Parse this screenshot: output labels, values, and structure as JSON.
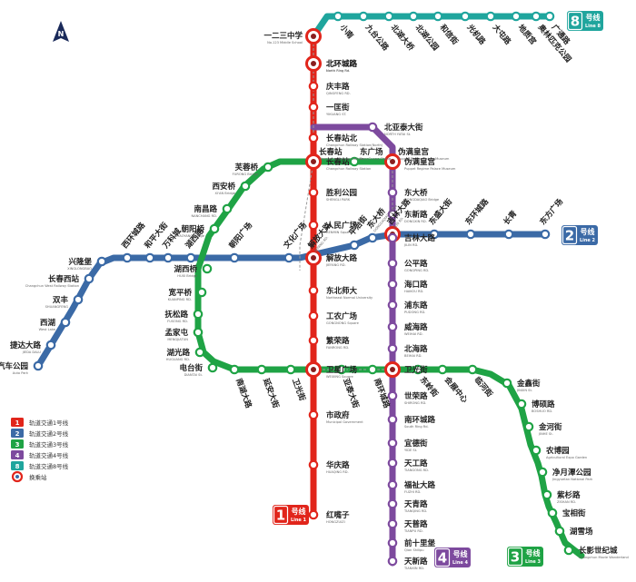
{
  "lines": {
    "1": {
      "color": "#e1251b",
      "badge": {
        "num": "1",
        "cn": "号线",
        "en": "Line 1"
      },
      "stations": [
        {
          "cn": "北环城路",
          "en": "North Ring Rd."
        },
        {
          "cn": "庆丰路",
          "en": "QINGFENG RD."
        },
        {
          "cn": "一匡街",
          "en": "YIKUANG ST."
        },
        {
          "cn": "长春站北",
          "en": "Changchun Railway Station(North)"
        },
        {
          "cn": "长春站",
          "en": "Changchun Railway Station"
        },
        {
          "cn": "胜利公园",
          "en": "SHENGLI PARK"
        },
        {
          "cn": "人民广场",
          "en": "RENMIN Square"
        },
        {
          "cn": "解放大路",
          "en": "JIEFANG RD."
        },
        {
          "cn": "东北师大",
          "en": "Northeast Normal University"
        },
        {
          "cn": "工农广场",
          "en": "GONGNONG Square"
        },
        {
          "cn": "繁荣路",
          "en": "FANRONG RD."
        },
        {
          "cn": "卫星广场",
          "en": "WEIXING Square"
        },
        {
          "cn": "市政府",
          "en": "Municipal Government"
        },
        {
          "cn": "华庆路",
          "en": "HUAQING RD."
        },
        {
          "cn": "红嘴子",
          "en": "HONGZUIZI"
        }
      ]
    },
    "2": {
      "color": "#3b6aa6",
      "badge": {
        "num": "2",
        "cn": "号线",
        "en": "Line 2"
      },
      "stations": [
        {
          "cn": "汽车公园",
          "en": "Auto Park"
        },
        {
          "cn": "捷达大路",
          "en": "JIEDA DALU"
        },
        {
          "cn": "西湖",
          "en": "West Lake"
        },
        {
          "cn": "双丰",
          "en": "SHUANGFENG"
        },
        {
          "cn": "长春西站",
          "en": "Changchun West Railway Station"
        },
        {
          "cn": "兴隆堡",
          "en": "XINGLONGBAO"
        },
        {
          "cn": "西环城路",
          "en": ""
        },
        {
          "cn": "和平大街",
          "en": ""
        },
        {
          "cn": "万科城",
          "en": ""
        },
        {
          "cn": "湖西路",
          "en": ""
        },
        {
          "cn": "朝阳广场",
          "en": ""
        },
        {
          "cn": "文化广场",
          "en": ""
        },
        {
          "cn": "解放大路",
          "en": "JIEFANG RD."
        },
        {
          "cn": "平治街",
          "en": ""
        },
        {
          "cn": "东大桥",
          "en": "DONGDAQIAO Bridge"
        },
        {
          "cn": "吉林大路",
          "en": "JILIN RD."
        },
        {
          "cn": "东盛大街",
          "en": ""
        },
        {
          "cn": "东环城路",
          "en": ""
        },
        {
          "cn": "长青",
          "en": ""
        },
        {
          "cn": "东方广场",
          "en": ""
        }
      ]
    },
    "3": {
      "color": "#1fa345",
      "badge": {
        "num": "3",
        "cn": "号线",
        "en": "Line 3"
      },
      "stations": [
        {
          "cn": "长影世纪城",
          "en": "Changchun Movie Wonderland"
        },
        {
          "cn": "湖雪场",
          "en": ""
        },
        {
          "cn": "宝相街",
          "en": ""
        },
        {
          "cn": "紫杉路",
          "en": "ZISHAN RD."
        },
        {
          "cn": "净月潭公园",
          "en": "Jingyuetan National Park"
        },
        {
          "cn": "农博园",
          "en": "Agricultural Expo Garden"
        },
        {
          "cn": "金河街",
          "en": "JINHE St."
        },
        {
          "cn": "博硕路",
          "en": "BOSHUO RD."
        },
        {
          "cn": "金鑫街",
          "en": "JINXIN St."
        },
        {
          "cn": "临河街",
          "en": ""
        },
        {
          "cn": "会展中心",
          "en": ""
        },
        {
          "cn": "东岭街",
          "en": ""
        },
        {
          "cn": "伪满皇宫",
          "en": "Puppet Regime Palace Museum"
        },
        {
          "cn": "东广场",
          "en": "DongGuang Chang"
        },
        {
          "cn": "长春站",
          "en": "Changchun Railway Station"
        },
        {
          "cn": "芙蓉桥",
          "en": "FURONG Bridge"
        },
        {
          "cn": "西安桥",
          "en": "XI'AN Bridge"
        },
        {
          "cn": "南昌路",
          "en": "NANCHANG RD."
        },
        {
          "cn": "朝阳桥",
          "en": "CHAOYANG Bridge"
        },
        {
          "cn": "湖西桥",
          "en": "HUXI Bridge"
        },
        {
          "cn": "宽平桥",
          "en": "KUANPING RD."
        },
        {
          "cn": "抚松路",
          "en": "FUSONG RD."
        },
        {
          "cn": "孟家屯",
          "en": "MENGJIATUN"
        },
        {
          "cn": "湖光路",
          "en": "HUGUANG RD."
        },
        {
          "cn": "电台街",
          "en": "DIANTAI St."
        },
        {
          "cn": "南湖大路",
          "en": ""
        },
        {
          "cn": "延安大街",
          "en": ""
        },
        {
          "cn": "卫光街",
          "en": ""
        },
        {
          "cn": "亚泰大街",
          "en": ""
        },
        {
          "cn": "南环城路",
          "en": ""
        }
      ]
    },
    "4": {
      "color": "#7d4a9e",
      "badge": {
        "num": "4",
        "cn": "号线",
        "en": "Line 4"
      },
      "stations": [
        {
          "cn": "北亚泰大街",
          "en": "NORTH YATAI St."
        },
        {
          "cn": "伪满皇宫",
          "en": "Puppet Regime Palace Museum"
        },
        {
          "cn": "东大桥",
          "en": "DONGDAQIAO Bridge"
        },
        {
          "cn": "东新路",
          "en": "DONGXIN RD."
        },
        {
          "cn": "吉林大路",
          "en": "JILIN RD."
        },
        {
          "cn": "公平路",
          "en": "GONGPING RD."
        },
        {
          "cn": "海口路",
          "en": "HAIKOU RD."
        },
        {
          "cn": "浦东路",
          "en": "PUDONG RD."
        },
        {
          "cn": "威海路",
          "en": "WEIHAI RD."
        },
        {
          "cn": "北海路",
          "en": "BEIHAI RD."
        },
        {
          "cn": "卫光街",
          "en": ""
        },
        {
          "cn": "世荣路",
          "en": "SHIRONG RD."
        },
        {
          "cn": "南环城路",
          "en": "South Ring Rd."
        },
        {
          "cn": "宜德街",
          "en": "YIDE St."
        },
        {
          "cn": "天工路",
          "en": "TIANGONG RD."
        },
        {
          "cn": "福祉大路",
          "en": "FUZHI RD."
        },
        {
          "cn": "天青路",
          "en": "TIANQING RD."
        },
        {
          "cn": "天普路",
          "en": "TIANPU RD."
        },
        {
          "cn": "前十里堡",
          "en": "Qian Shilipu"
        },
        {
          "cn": "天新路",
          "en": "TIANXIN RD."
        }
      ]
    },
    "8": {
      "color": "#1fa59d",
      "badge": {
        "num": "8",
        "cn": "号线",
        "en": "Line 8"
      },
      "stations": [
        {
          "cn": "一二三中学",
          "en": "No.123 Middle School"
        },
        {
          "cn": "北环城路",
          "en": "North Ring Rd."
        },
        {
          "cn": "小南",
          "en": ""
        },
        {
          "cn": "九台公路",
          "en": ""
        },
        {
          "cn": "北湖大桥",
          "en": ""
        },
        {
          "cn": "北湖公园",
          "en": ""
        },
        {
          "cn": "和信街",
          "en": ""
        },
        {
          "cn": "光机路",
          "en": ""
        },
        {
          "cn": "大屯路",
          "en": ""
        },
        {
          "cn": "地质宫",
          "en": ""
        },
        {
          "cn": "奥林匹克公园",
          "en": ""
        },
        {
          "cn": "广通路",
          "en": ""
        }
      ]
    }
  },
  "legend": [
    {
      "num": "1",
      "label": "轨道交通1号线",
      "color": "#e1251b"
    },
    {
      "num": "2",
      "label": "轨道交通2号线",
      "color": "#3b6aa6"
    },
    {
      "num": "3",
      "label": "轨道交通3号线",
      "color": "#1fa345"
    },
    {
      "num": "4",
      "label": "轨道交通4号线",
      "color": "#7d4a9e"
    },
    {
      "num": "8",
      "label": "轨道交通8号线",
      "color": "#1fa59d"
    }
  ],
  "transfer_label": "换乘站",
  "compass": {
    "letter": "N",
    "icon": "north-arrow-icon"
  }
}
